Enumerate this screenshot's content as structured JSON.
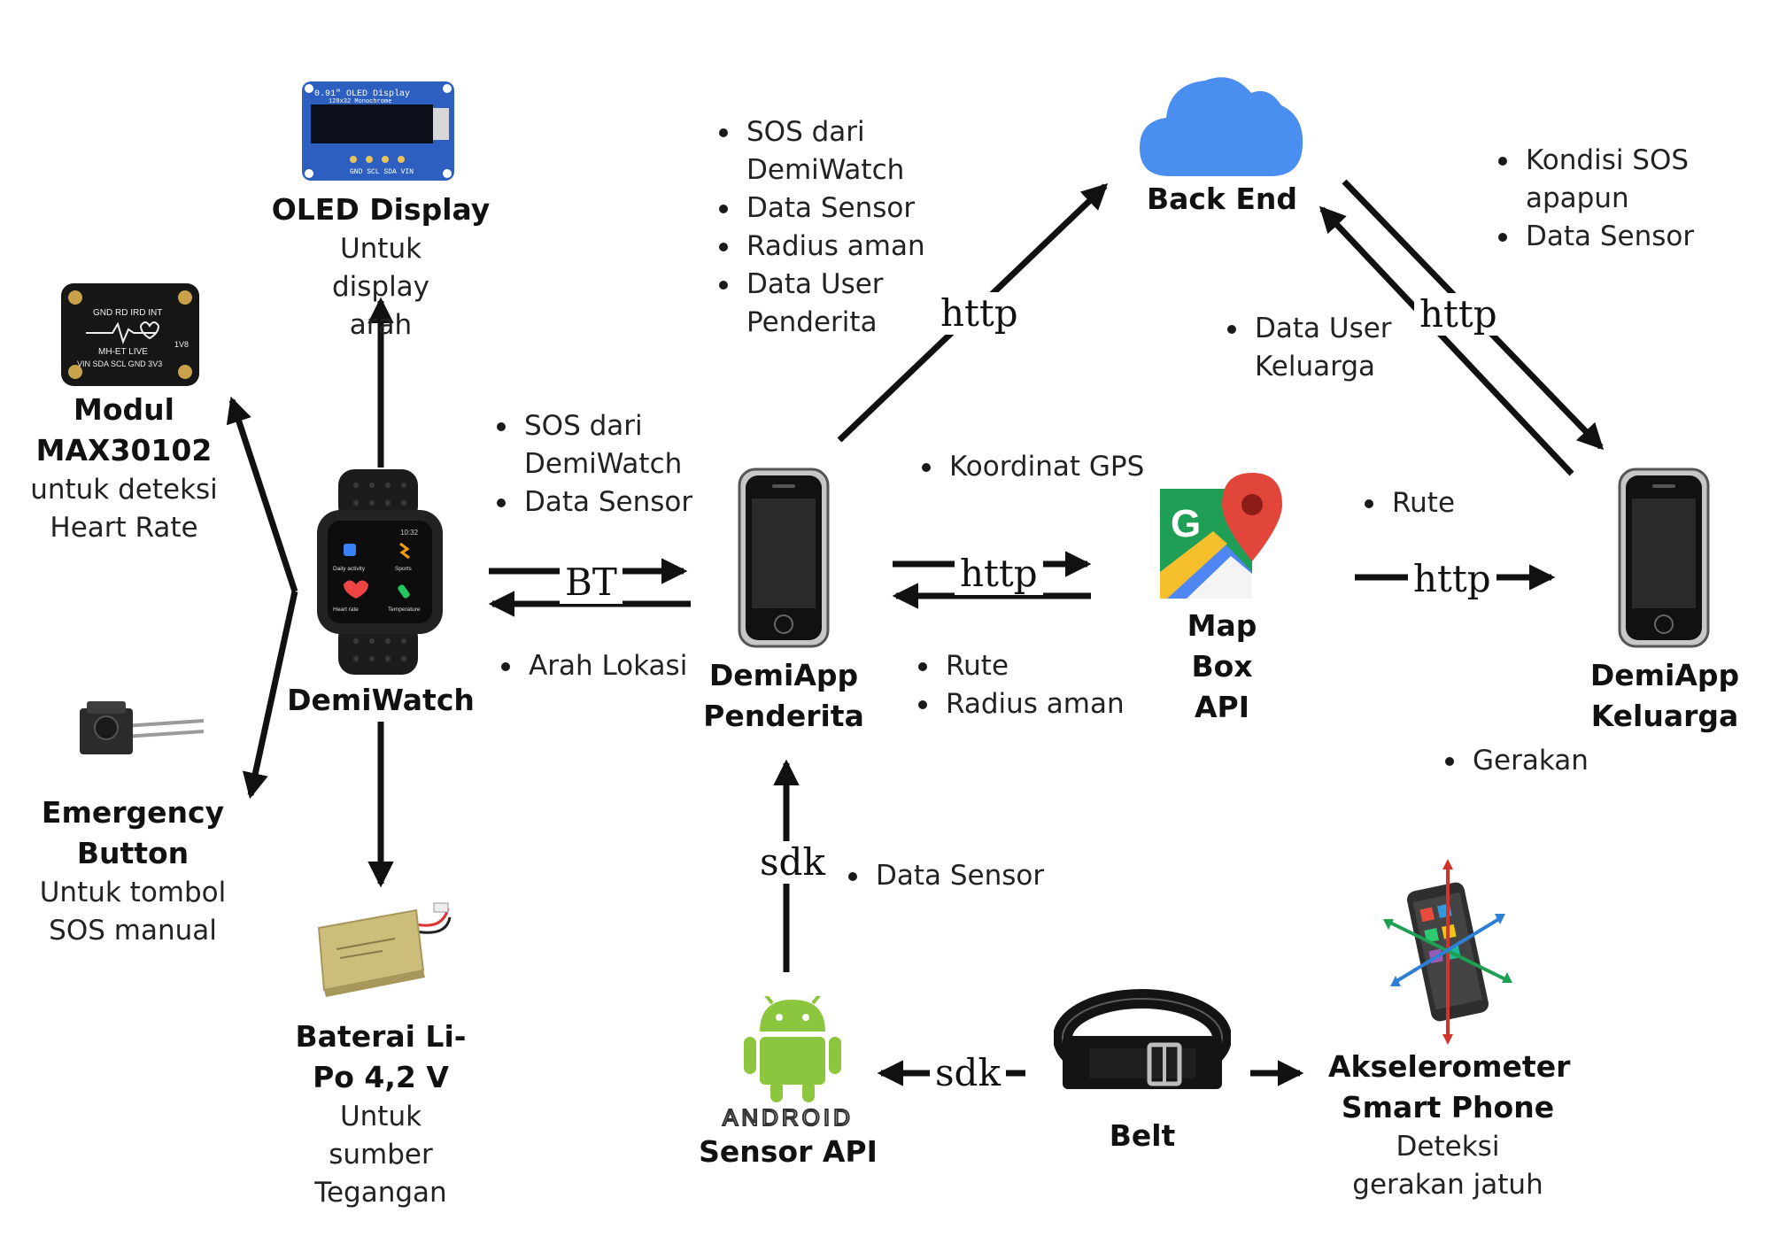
{
  "nodes": {
    "oled": {
      "title": "OLED Display",
      "sub": "Untuk display arah",
      "chip_line1": "0.91\" OLED Display",
      "chip_line2": "128x32 Monochrome",
      "pins": "GND SCL SDA VIN"
    },
    "max": {
      "title": "Modul MAX30102",
      "sub": "untuk deteksi Heart Rate",
      "chip_top": "GND RD IRD INT",
      "chip_mid": "MH-ET LIVE",
      "chip_bot": "VIN SDA SCL GND 3V3",
      "chip_side": "1V8"
    },
    "emergency": {
      "title": "Emergency Button",
      "sub": "Untuk  tombol SOS manual"
    },
    "demiwatch": {
      "title": "DemiWatch",
      "screen_time": "10:32",
      "apps": [
        "Daily activity",
        "Sports",
        "Heart rate",
        "Temperature"
      ]
    },
    "battery": {
      "title": "Baterai Li-Po 4,2 V",
      "sub": "Untuk sumber Tegangan"
    },
    "penderita": {
      "title": "DemiApp Penderita"
    },
    "backend": {
      "title": "Back End"
    },
    "mapbox": {
      "title": "Map Box API",
      "logo_letter": "G"
    },
    "keluarga": {
      "title": "DemiApp Keluarga"
    },
    "sensorapi": {
      "title": "Sensor API",
      "logo_word": "ANDROID"
    },
    "belt": {
      "title": "Belt"
    },
    "akselero": {
      "title": "Akselerometer Smart Phone",
      "sub": "Deteksi gerakan jatuh"
    }
  },
  "connectors": {
    "bt": "BT",
    "http_up": "http",
    "http_map": "http",
    "http_route": "http",
    "http_fam": "http",
    "sdk_up": "sdk",
    "sdk_belt": "sdk"
  },
  "lists": {
    "bt_top": [
      "SOS dari DemiWatch",
      "Data Sensor"
    ],
    "bt_bottom": [
      "Arah Lokasi"
    ],
    "to_backend": [
      "SOS dari DemiWatch",
      "Data Sensor",
      "Radius aman",
      "Data User Penderita"
    ],
    "from_backend": [
      "Data User Keluarga"
    ],
    "to_family": [
      "Kondisi SOS apapun",
      "Data Sensor"
    ],
    "gps": [
      "Koordinat GPS"
    ],
    "map_return": [
      "Rute",
      "Radius aman"
    ],
    "route": [
      "Rute"
    ],
    "gerakan": [
      "Gerakan"
    ],
    "sdk_data": [
      "Data Sensor"
    ]
  },
  "colors": {
    "ink": "#111111",
    "cloud": "#4a8ef0",
    "pcb_blue": "#2c5fc0",
    "android_green": "#8cc63f",
    "map_green": "#1f9e56",
    "map_yellow": "#f6c02c",
    "map_blue": "#4e86f2",
    "map_red": "#e2463a"
  }
}
